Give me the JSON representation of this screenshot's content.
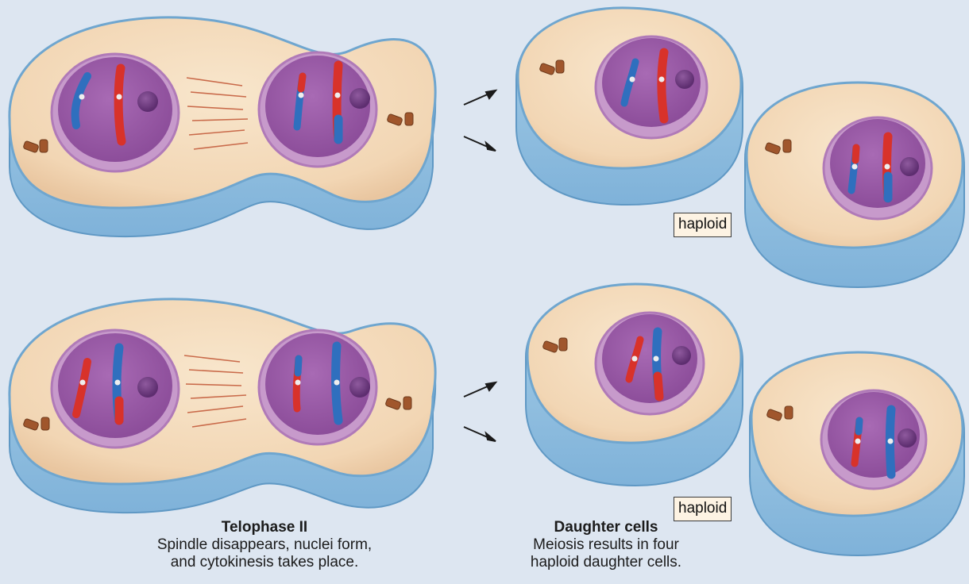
{
  "telophase": {
    "title": "Telophase II",
    "line1": "Spindle disappears, nuclei form,",
    "line2": "and cytokinesis takes place."
  },
  "daughter": {
    "title": "Daughter cells",
    "line1": "Meiosis results in four",
    "line2": "haploid daughter cells."
  },
  "badges": {
    "top": "haploid",
    "bottom": "haploid"
  },
  "colors": {
    "background": "#dde6f1",
    "membrane": "#6fa6cf",
    "cytoplasm": "#f4dcbf",
    "nucleus": "#9a5aa6",
    "chromosome_red": "#d8322a",
    "chromosome_blue": "#2f6fbe",
    "centriole": "#a0562c"
  }
}
